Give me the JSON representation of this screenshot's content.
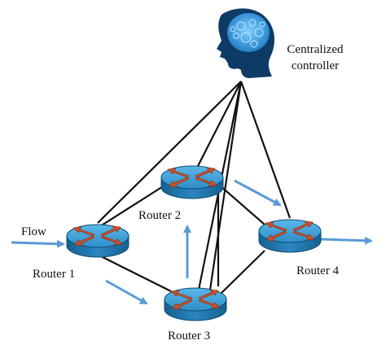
{
  "controller": {
    "label_line1": "Centralized",
    "label_line2": "controller",
    "icon": "brain-head-icon"
  },
  "flow_label": "Flow",
  "routers": [
    {
      "label": "Router 1"
    },
    {
      "label": "Router 2"
    },
    {
      "label": "Router 3"
    },
    {
      "label": "Router 4"
    }
  ],
  "colors": {
    "router_top": "#3a9fd6",
    "router_side": "#1d6fa8",
    "router_arrows": "#c8502a",
    "flow_arrows": "#5b9bd5",
    "links": "#111111",
    "head": "#0e3a66",
    "brain": "#2a8fd0"
  }
}
